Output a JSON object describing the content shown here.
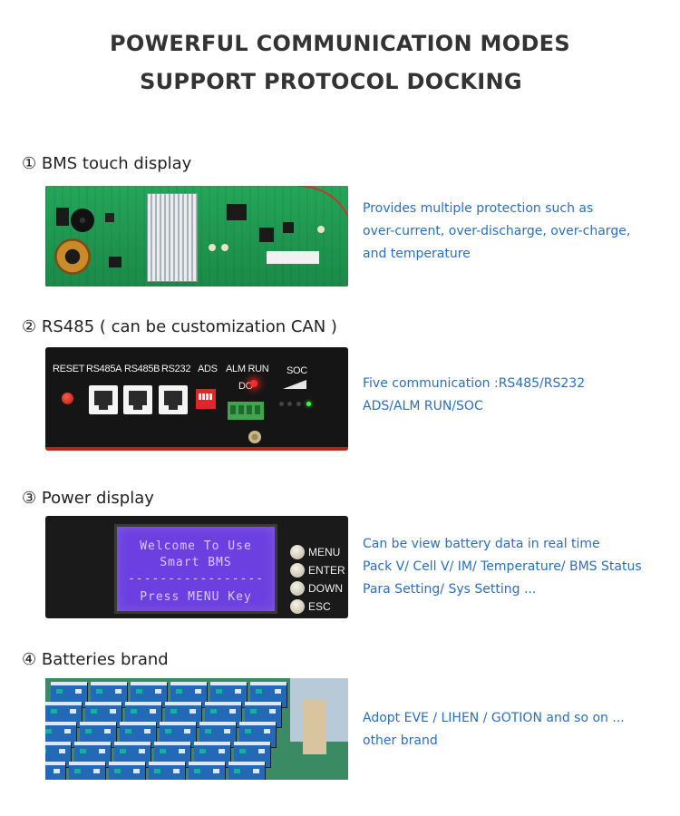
{
  "header": {
    "line1": "POWERFUL COMMUNICATION MODES",
    "line2": "SUPPORT PROTOCOL DOCKING"
  },
  "sections": [
    {
      "label": "① BMS touch display",
      "desc": [
        "Provides multiple protection such as",
        "over-current, over-discharge, over-charge,",
        "and temperature"
      ]
    },
    {
      "label": "② RS485 ( can be customization CAN )",
      "desc": [
        "Five communication :RS485/RS232",
        "ADS/ALM RUN/SOC"
      ],
      "device_labels": {
        "reset": "RESET",
        "rs485a": "RS485A",
        "rs485b": "RS485B",
        "rs232": "RS232",
        "ads": "ADS",
        "alm_run": "ALM RUN",
        "do": "DO",
        "soc": "SOC"
      }
    },
    {
      "label": "③ Power display",
      "desc": [
        "Can be view battery data in real time",
        "Pack V/ Cell V/ IM/ Temperature/ BMS Status",
        "Para Setting/ Sys Setting ..."
      ],
      "lcd": {
        "line1": "Welcome To Use",
        "line2": "Smart BMS",
        "divider": "-----------------",
        "line3": "Press MENU Key"
      },
      "buttons": {
        "menu": "MENU",
        "enter": "ENTER",
        "down": "DOWN",
        "esc": "ESC"
      }
    },
    {
      "label": "④ Batteries brand",
      "desc": [
        "Adopt EVE / LIHEN / GOTION and so on ...",
        "other brand"
      ]
    }
  ],
  "colors": {
    "desc_text": "#2a6fbe",
    "title_text": "#333333",
    "pcb_green": "#1f9a52",
    "lcd_purple": "#6c3fe0",
    "battery_blue": "#2468b8"
  }
}
